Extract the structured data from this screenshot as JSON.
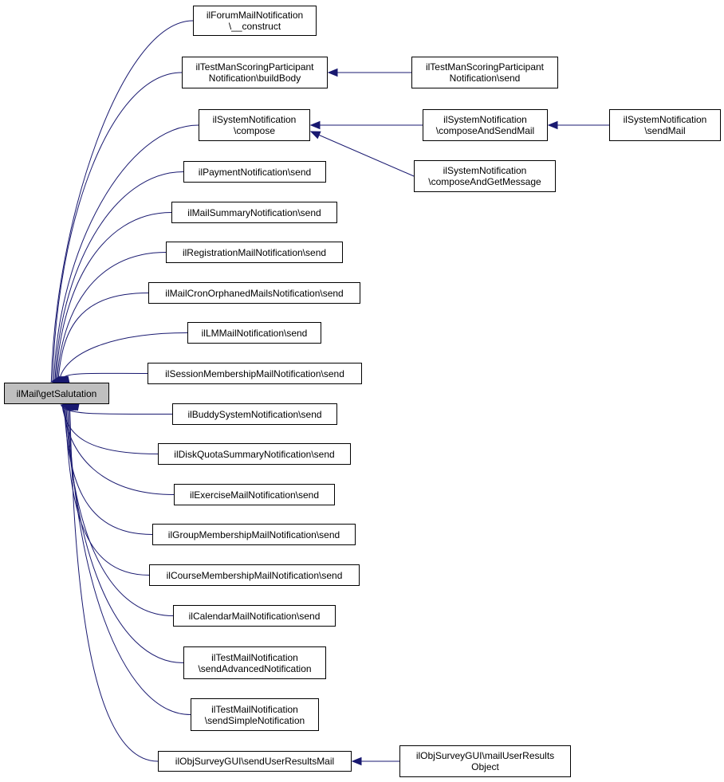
{
  "colors": {
    "edge": "#191970",
    "root_fill": "#bfbfbf",
    "node_fill": "#ffffff",
    "border": "#000000"
  },
  "nodes": {
    "root": {
      "lines": [
        "ilMail\\getSalutation"
      ]
    },
    "forum": {
      "lines": [
        "ilForumMailNotification",
        "\\__construct"
      ]
    },
    "tms_body": {
      "lines": [
        "ilTestManScoringParticipant",
        "Notification\\buildBody"
      ]
    },
    "tms_send": {
      "lines": [
        "ilTestManScoringParticipant",
        "Notification\\send"
      ]
    },
    "sys_comp": {
      "lines": [
        "ilSystemNotification",
        "\\compose"
      ]
    },
    "sys_cas": {
      "lines": [
        "ilSystemNotification",
        "\\composeAndSendMail"
      ]
    },
    "sys_send": {
      "lines": [
        "ilSystemNotification",
        "\\sendMail"
      ]
    },
    "sys_cag": {
      "lines": [
        "ilSystemNotification",
        "\\composeAndGetMessage"
      ]
    },
    "payment": {
      "lines": [
        "ilPaymentNotification\\send"
      ]
    },
    "summary": {
      "lines": [
        "ilMailSummaryNotification\\send"
      ]
    },
    "regist": {
      "lines": [
        "ilRegistrationMailNotification\\send"
      ]
    },
    "cron": {
      "lines": [
        "ilMailCronOrphanedMailsNotification\\send"
      ]
    },
    "lm": {
      "lines": [
        "ilLMMailNotification\\send"
      ]
    },
    "session": {
      "lines": [
        "ilSessionMembershipMailNotification\\send"
      ]
    },
    "buddy": {
      "lines": [
        "ilBuddySystemNotification\\send"
      ]
    },
    "quota": {
      "lines": [
        "ilDiskQuotaSummaryNotification\\send"
      ]
    },
    "exercise": {
      "lines": [
        "ilExerciseMailNotification\\send"
      ]
    },
    "group": {
      "lines": [
        "ilGroupMembershipMailNotification\\send"
      ]
    },
    "course": {
      "lines": [
        "ilCourseMembershipMailNotification\\send"
      ]
    },
    "calendar": {
      "lines": [
        "ilCalendarMailNotification\\send"
      ]
    },
    "test_adv": {
      "lines": [
        "ilTestMailNotification",
        "\\sendAdvancedNotification"
      ]
    },
    "test_sim": {
      "lines": [
        "ilTestMailNotification",
        "\\sendSimpleNotification"
      ]
    },
    "survey": {
      "lines": [
        "ilObjSurveyGUI\\sendUserResultsMail"
      ]
    },
    "survey_o": {
      "lines": [
        "ilObjSurveyGUI\\mailUserResults",
        "Object"
      ]
    }
  },
  "edges": [
    {
      "from": "forum",
      "to": "root"
    },
    {
      "from": "tms_body",
      "to": "root"
    },
    {
      "from": "sys_comp",
      "to": "root"
    },
    {
      "from": "payment",
      "to": "root"
    },
    {
      "from": "summary",
      "to": "root"
    },
    {
      "from": "regist",
      "to": "root"
    },
    {
      "from": "cron",
      "to": "root"
    },
    {
      "from": "lm",
      "to": "root"
    },
    {
      "from": "session",
      "to": "root"
    },
    {
      "from": "buddy",
      "to": "root"
    },
    {
      "from": "quota",
      "to": "root"
    },
    {
      "from": "exercise",
      "to": "root"
    },
    {
      "from": "group",
      "to": "root"
    },
    {
      "from": "course",
      "to": "root"
    },
    {
      "from": "calendar",
      "to": "root"
    },
    {
      "from": "test_adv",
      "to": "root"
    },
    {
      "from": "test_sim",
      "to": "root"
    },
    {
      "from": "survey",
      "to": "root"
    },
    {
      "from": "tms_send",
      "to": "tms_body"
    },
    {
      "from": "sys_cas",
      "to": "sys_comp"
    },
    {
      "from": "sys_cag",
      "to": "sys_comp"
    },
    {
      "from": "sys_send",
      "to": "sys_cas"
    },
    {
      "from": "survey_o",
      "to": "survey"
    }
  ]
}
